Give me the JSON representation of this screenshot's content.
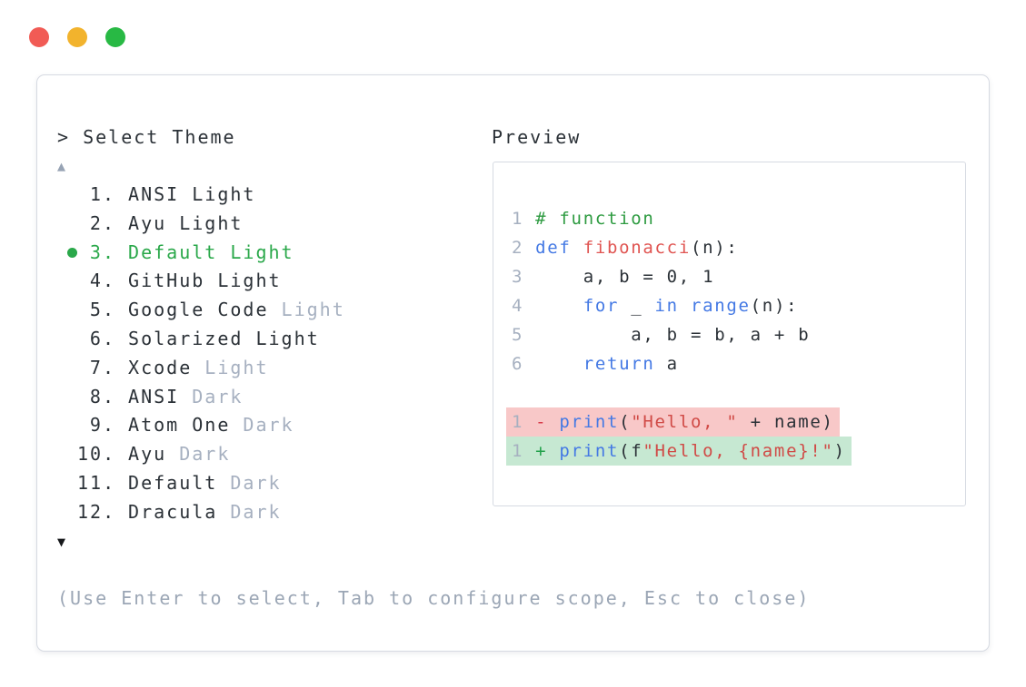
{
  "window": {
    "controls": [
      {
        "name": "close-button",
        "color": "#f15b55"
      },
      {
        "name": "minimize-button",
        "color": "#f2b32d"
      },
      {
        "name": "zoom-button",
        "color": "#28b944"
      }
    ]
  },
  "colors": {
    "accent_green": "#2aa84a",
    "text_dark": "#2b3137",
    "text_muted": "#a6b0c0",
    "hint_gray": "#9ba6b5",
    "border": "#d6dae2",
    "diff_del_bg": "#f8c8c8",
    "diff_ins_bg": "#c6e8d2"
  },
  "selector": {
    "prompt": "> Select Theme",
    "scroll_up_indicator": "▲",
    "scroll_down_indicator": "▼",
    "items": [
      {
        "num": "1.",
        "name": "ANSI Light",
        "muted": "",
        "selected": false
      },
      {
        "num": "2.",
        "name": "Ayu Light",
        "muted": "",
        "selected": false
      },
      {
        "num": "3.",
        "name": "Default Light",
        "muted": "",
        "selected": true
      },
      {
        "num": "4.",
        "name": "GitHub Light",
        "muted": "",
        "selected": false
      },
      {
        "num": "5.",
        "name": "Google Code",
        "muted": "Light",
        "selected": false
      },
      {
        "num": "6.",
        "name": "Solarized Light",
        "muted": "",
        "selected": false
      },
      {
        "num": "7.",
        "name": "Xcode",
        "muted": "Light",
        "selected": false
      },
      {
        "num": "8.",
        "name": "ANSI",
        "muted": "Dark",
        "selected": false
      },
      {
        "num": "9.",
        "name": "Atom One",
        "muted": "Dark",
        "selected": false
      },
      {
        "num": "10.",
        "name": "Ayu",
        "muted": "Dark",
        "selected": false
      },
      {
        "num": "11.",
        "name": "Default",
        "muted": "Dark",
        "selected": false
      },
      {
        "num": "12.",
        "name": "Dracula",
        "muted": "Dark",
        "selected": false
      }
    ]
  },
  "hint": "(Use Enter to select, Tab to configure scope, Esc to close)",
  "preview": {
    "label": "Preview",
    "code_lines": [
      {
        "num": "1",
        "bg": "",
        "segments": [
          [
            "# function",
            "com"
          ]
        ]
      },
      {
        "num": "2",
        "bg": "",
        "segments": [
          [
            "def",
            "kw"
          ],
          [
            " ",
            "pl"
          ],
          [
            "fibonacci",
            "fn"
          ],
          [
            "(n):",
            "pl"
          ]
        ]
      },
      {
        "num": "3",
        "bg": "",
        "segments": [
          [
            "    a, b = 0, 1",
            "pl"
          ]
        ]
      },
      {
        "num": "4",
        "bg": "",
        "segments": [
          [
            "    ",
            "pl"
          ],
          [
            "for",
            "kw"
          ],
          [
            " _ ",
            "pl"
          ],
          [
            "in",
            "kw"
          ],
          [
            " ",
            "pl"
          ],
          [
            "range",
            "kw"
          ],
          [
            "(n):",
            "pl"
          ]
        ]
      },
      {
        "num": "5",
        "bg": "",
        "segments": [
          [
            "        a, b = b, a + b",
            "pl"
          ]
        ]
      },
      {
        "num": "6",
        "bg": "",
        "segments": [
          [
            "    ",
            "pl"
          ],
          [
            "return",
            "kw"
          ],
          [
            " a",
            "pl"
          ]
        ]
      },
      {
        "num": "",
        "bg": "",
        "segments": []
      },
      {
        "num": "1",
        "bg": "del",
        "segments": [
          [
            "-",
            "del"
          ],
          [
            " ",
            "pl"
          ],
          [
            "print",
            "kw"
          ],
          [
            "(",
            "pl"
          ],
          [
            "\"Hello, \"",
            "str"
          ],
          [
            " + name)",
            "pl"
          ]
        ]
      },
      {
        "num": "1",
        "bg": "ins",
        "segments": [
          [
            "+",
            "ins"
          ],
          [
            " ",
            "pl"
          ],
          [
            "print",
            "kw"
          ],
          [
            "(f",
            "pl"
          ],
          [
            "\"Hello, {name}!\"",
            "str"
          ],
          [
            ")",
            "pl"
          ]
        ]
      }
    ]
  }
}
